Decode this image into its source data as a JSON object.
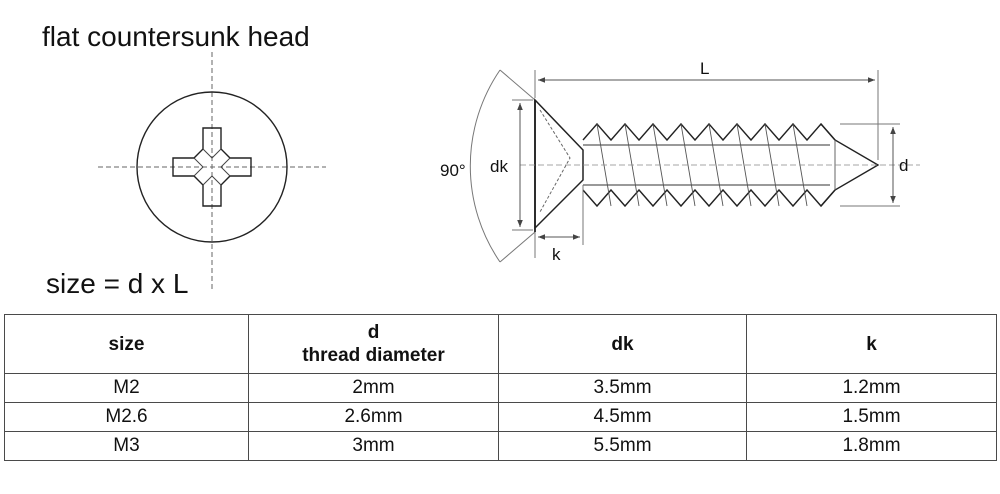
{
  "title": "flat countersunk head",
  "size_formula": "size = d x L",
  "dimensions": {
    "angle": "90°",
    "length": "L",
    "head_diameter": "dk",
    "thread_diameter": "d",
    "head_height": "k"
  },
  "table": {
    "headers": {
      "size": "size",
      "d_symbol": "d",
      "d_name": "thread diameter",
      "dk": "dk",
      "k": "k"
    },
    "rows": [
      {
        "size": "M2",
        "d": "2mm",
        "dk": "3.5mm",
        "k": "1.2mm"
      },
      {
        "size": "M2.6",
        "d": "2.6mm",
        "dk": "4.5mm",
        "k": "1.5mm"
      },
      {
        "size": "M3",
        "d": "3mm",
        "dk": "5.5mm",
        "k": "1.8mm"
      }
    ]
  }
}
